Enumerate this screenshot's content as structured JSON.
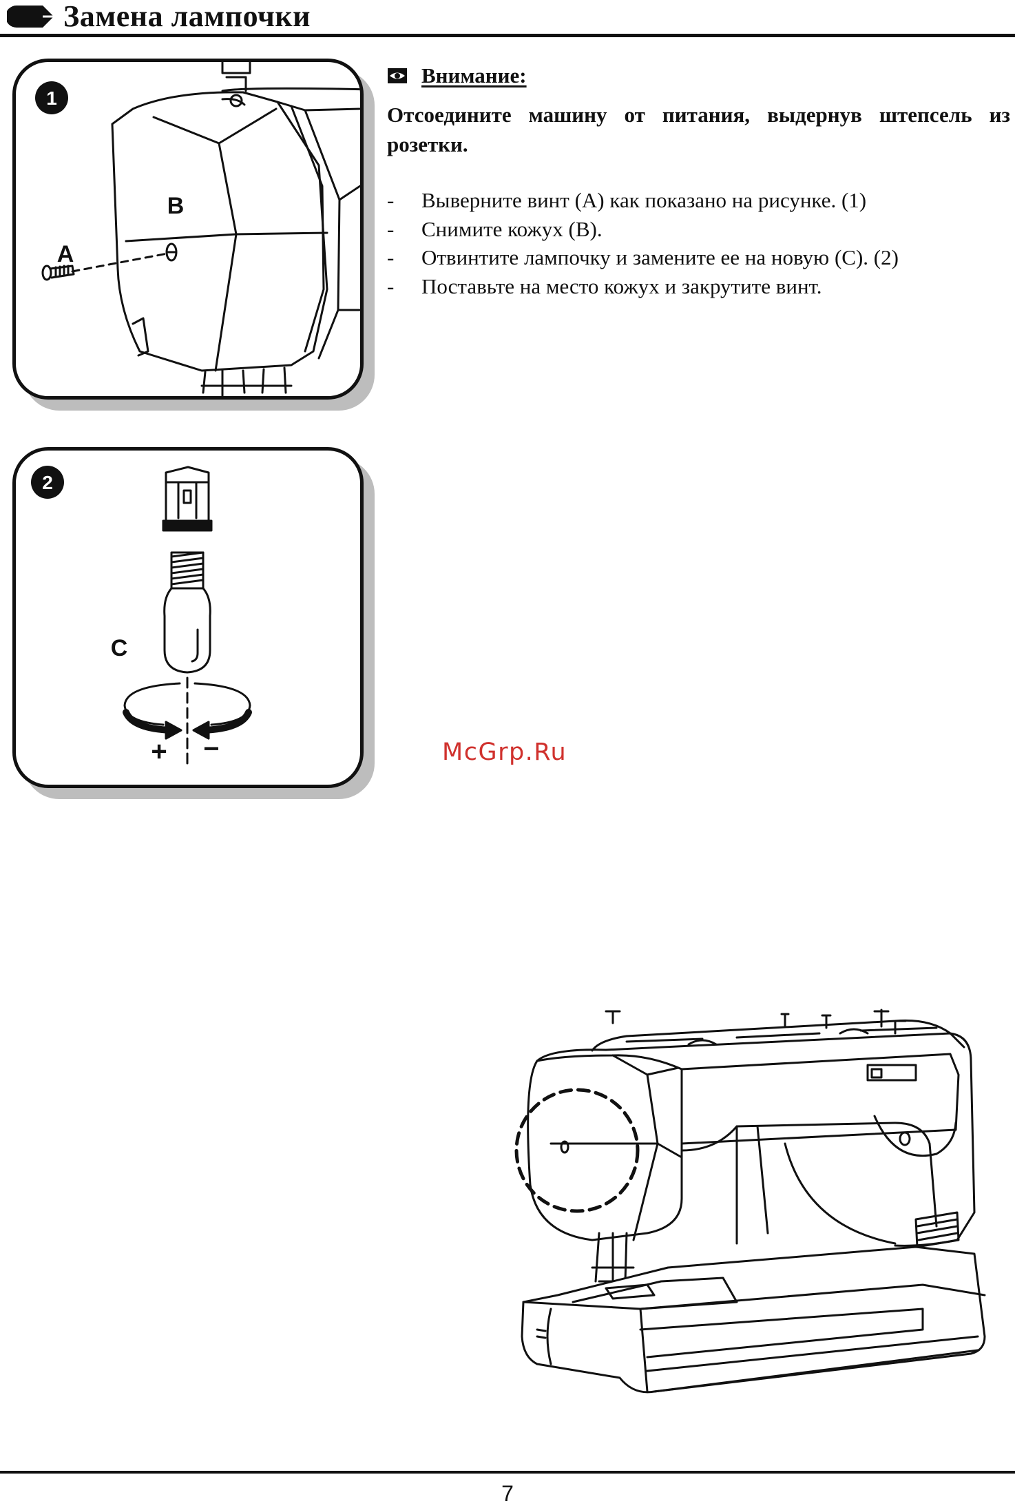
{
  "header": {
    "title": "Замена лампочки"
  },
  "figure_1": {
    "number": "1",
    "label_screw": "A",
    "label_cover": "B"
  },
  "figure_2": {
    "number": "2",
    "label_bulb": "C",
    "sign_plus": "+",
    "sign_minus": "−"
  },
  "attention": {
    "label": "Внимание:",
    "icon": "eye-icon",
    "text": "Отсоедините машину от питания, выдернув штепсель из розетки."
  },
  "steps": [
    {
      "dash": "-",
      "text": "Выверните винт (A) как показано на рисунке. (1)"
    },
    {
      "dash": "-",
      "text": "Снимите кожух (B)."
    },
    {
      "dash": "-",
      "text": "Отвинтите лампочку и замените ее на новую (C). (2)"
    },
    {
      "dash": "-",
      "text": "Поставьте на место кожух и закрутите винт."
    }
  ],
  "watermark": "McGrp.Ru",
  "footer": {
    "page_number": "7"
  }
}
